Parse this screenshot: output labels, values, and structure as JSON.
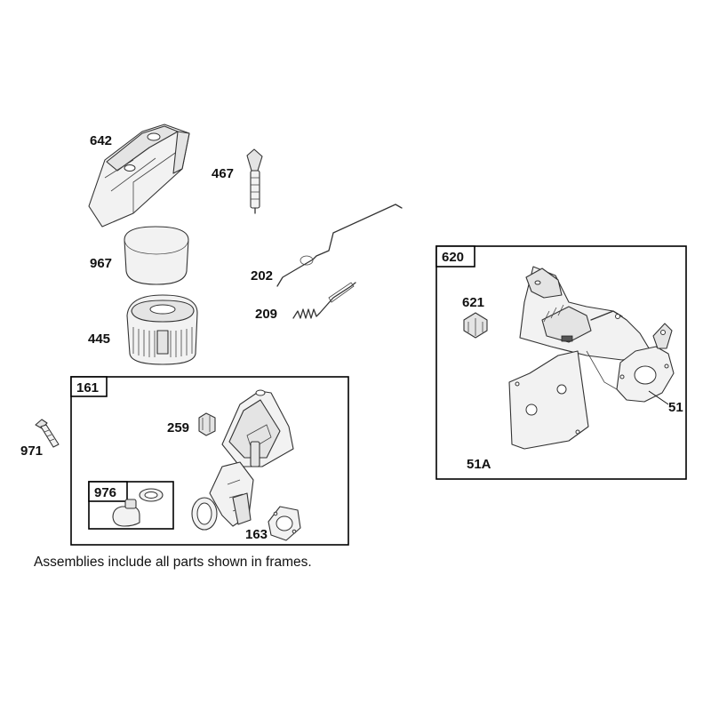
{
  "labels": {
    "p642": "642",
    "p467": "467",
    "p967": "967",
    "p202": "202",
    "p209": "209",
    "p445": "445",
    "p971": "971",
    "p161": "161",
    "p259": "259",
    "p976": "976",
    "p163": "163",
    "p620": "620",
    "p621": "621",
    "p51": "51",
    "p51A": "51A"
  },
  "note": "Assemblies include all parts shown in frames."
}
